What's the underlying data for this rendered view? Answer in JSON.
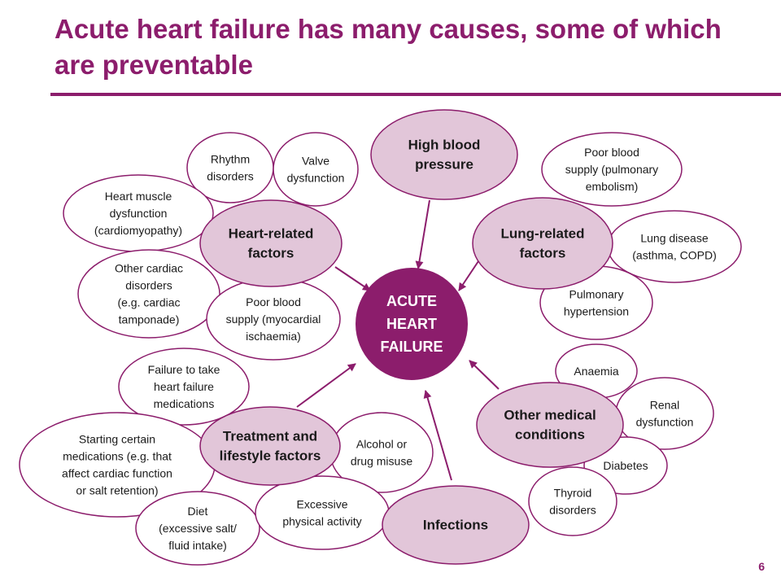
{
  "slide": {
    "title": "Acute heart failure has many causes, some of which are preventable",
    "page_number": "6"
  },
  "colors": {
    "accent": "#8c1d6c",
    "group_fill": "#e2c6d9",
    "text": "#1a1a1a"
  },
  "center": {
    "lines": [
      "ACUTE",
      "HEART",
      "FAILURE"
    ]
  },
  "groups": [
    {
      "id": "heart",
      "lines": [
        "Heart-related",
        "factors"
      ]
    },
    {
      "id": "lung",
      "lines": [
        "Lung-related",
        "factors"
      ]
    },
    {
      "id": "treatment",
      "lines": [
        "Treatment and",
        "lifestyle factors"
      ]
    },
    {
      "id": "other",
      "lines": [
        "Other medical",
        "conditions"
      ]
    },
    {
      "id": "hbp",
      "lines": [
        "High blood",
        "pressure"
      ]
    },
    {
      "id": "infections",
      "lines": [
        "Infections"
      ]
    }
  ],
  "causes": [
    {
      "id": "rhythm",
      "lines": [
        "Rhythm",
        "disorders"
      ]
    },
    {
      "id": "valve",
      "lines": [
        "Valve",
        "dysfunction"
      ]
    },
    {
      "id": "muscle",
      "lines": [
        "Heart muscle",
        "dysfunction",
        "(cardiomyopathy)"
      ]
    },
    {
      "id": "cardiac",
      "lines": [
        "Other cardiac",
        "disorders",
        "(e.g. cardiac",
        "tamponade)"
      ]
    },
    {
      "id": "myocardial",
      "lines": [
        "Poor blood",
        "supply (myocardial",
        "ischaemia)"
      ]
    },
    {
      "id": "pulmonary-embolism",
      "lines": [
        "Poor blood",
        "supply (pulmonary",
        "embolism)"
      ]
    },
    {
      "id": "lung-disease",
      "lines": [
        "Lung disease",
        "(asthma, COPD)"
      ]
    },
    {
      "id": "pulm-hypertension",
      "lines": [
        "Pulmonary",
        "hypertension"
      ]
    },
    {
      "id": "failure-meds",
      "lines": [
        "Failure to take",
        "heart failure",
        "medications"
      ]
    },
    {
      "id": "starting-meds",
      "lines": [
        "Starting certain",
        "medications (e.g. that",
        "affect cardiac function",
        "or salt retention)"
      ]
    },
    {
      "id": "alcohol",
      "lines": [
        "Alcohol or",
        "drug misuse"
      ]
    },
    {
      "id": "diet",
      "lines": [
        "Diet",
        "(excessive salt/",
        "fluid intake)"
      ]
    },
    {
      "id": "activity",
      "lines": [
        "Excessive",
        "physical activity"
      ]
    },
    {
      "id": "anaemia",
      "lines": [
        "Anaemia"
      ]
    },
    {
      "id": "renal",
      "lines": [
        "Renal",
        "dysfunction"
      ]
    },
    {
      "id": "diabetes",
      "lines": [
        "Diabetes"
      ]
    },
    {
      "id": "thyroid",
      "lines": [
        "Thyroid",
        "disorders"
      ]
    }
  ]
}
